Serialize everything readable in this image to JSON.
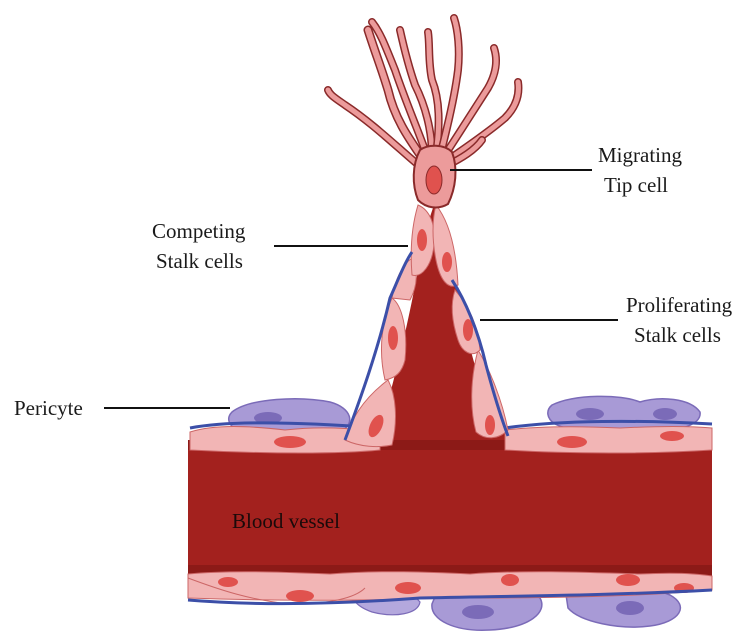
{
  "labels": {
    "tip_cell": [
      "Migrating",
      "Tip cell"
    ],
    "competing": [
      "Competing",
      "Stalk cells"
    ],
    "proliferating": [
      "Proliferating",
      "Stalk cells"
    ],
    "pericyte": "Pericyte",
    "vessel": "Blood vessel"
  },
  "colors": {
    "lumen": "#a3211e",
    "lumen_dark": "#7d1612",
    "endothelial": "#f2b5b5",
    "endothelial_light": "#f7cccc",
    "nucleus": "#e0524e",
    "pericyte": "#a89ad6",
    "pericyte_nucleus": "#7b6bb8",
    "membrane": "#3c4fa8",
    "tip_cell": "#ec9b9b",
    "outline": "#8a2a2a"
  }
}
